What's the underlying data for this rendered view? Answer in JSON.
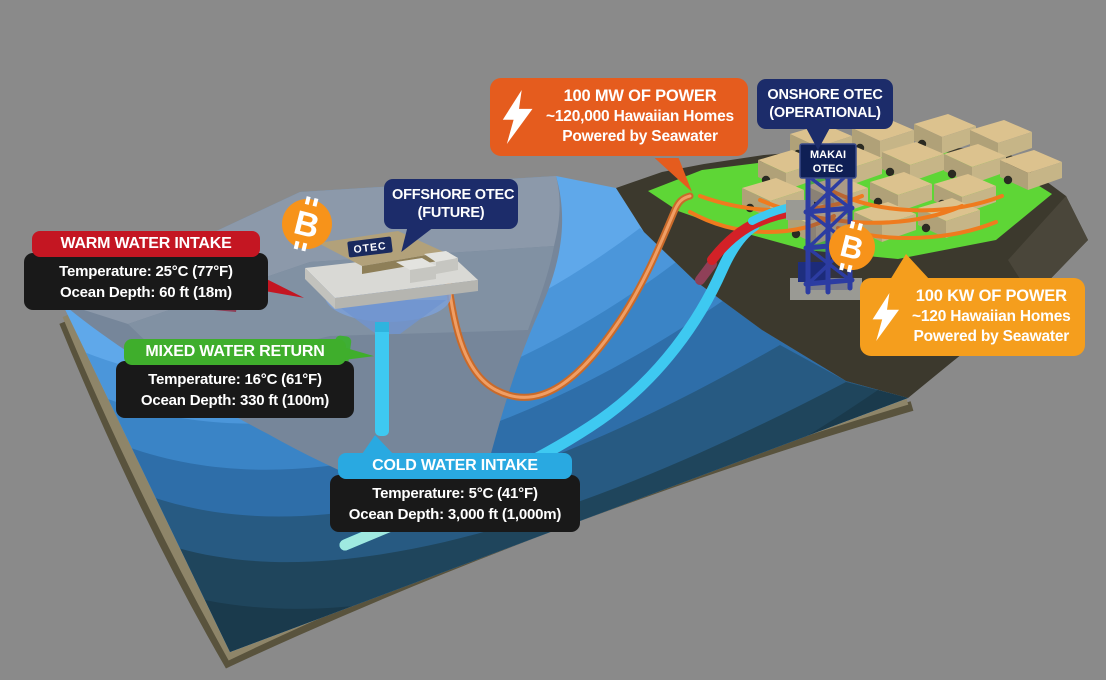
{
  "background_color": "#8a8a8a",
  "callouts": {
    "warm": {
      "title": "WARM WATER INTAKE",
      "temperature": "Temperature: 25°C (77°F)",
      "depth": "Ocean Depth: 60 ft (18m)",
      "color": "#c41622"
    },
    "mixed": {
      "title": "MIXED WATER RETURN",
      "temperature": "Temperature: 16°C (61°F)",
      "depth": "Ocean Depth: 330 ft (100m)",
      "color": "#3fae2c"
    },
    "cold": {
      "title": "COLD WATER INTAKE",
      "temperature": "Temperature: 5°C (41°F)",
      "depth": "Ocean Depth: 3,000 ft (1,000m)",
      "color": "#29a9e1"
    },
    "offshore": {
      "line1": "OFFSHORE OTEC",
      "line2": "(FUTURE)",
      "color": "#1c2c6a"
    },
    "onshore": {
      "line1": "ONSHORE OTEC",
      "line2": "(OPERATIONAL)",
      "color": "#1c2c6a"
    },
    "power_offshore": {
      "line1": "100 MW OF POWER",
      "line2": "~120,000 Hawaiian Homes",
      "line3": "Powered by Seawater",
      "color": "#e55c1e"
    },
    "power_onshore": {
      "line1": "100 KW OF POWER",
      "line2": "~120 Hawaiian Homes",
      "line3": "Powered by Seawater",
      "color": "#f59e1d"
    }
  },
  "scene": {
    "platform_sign": "OTEC",
    "tower_sign_line1": "MAKAI",
    "tower_sign_line2": "OTEC",
    "bitcoin_color": "#f7931a"
  }
}
